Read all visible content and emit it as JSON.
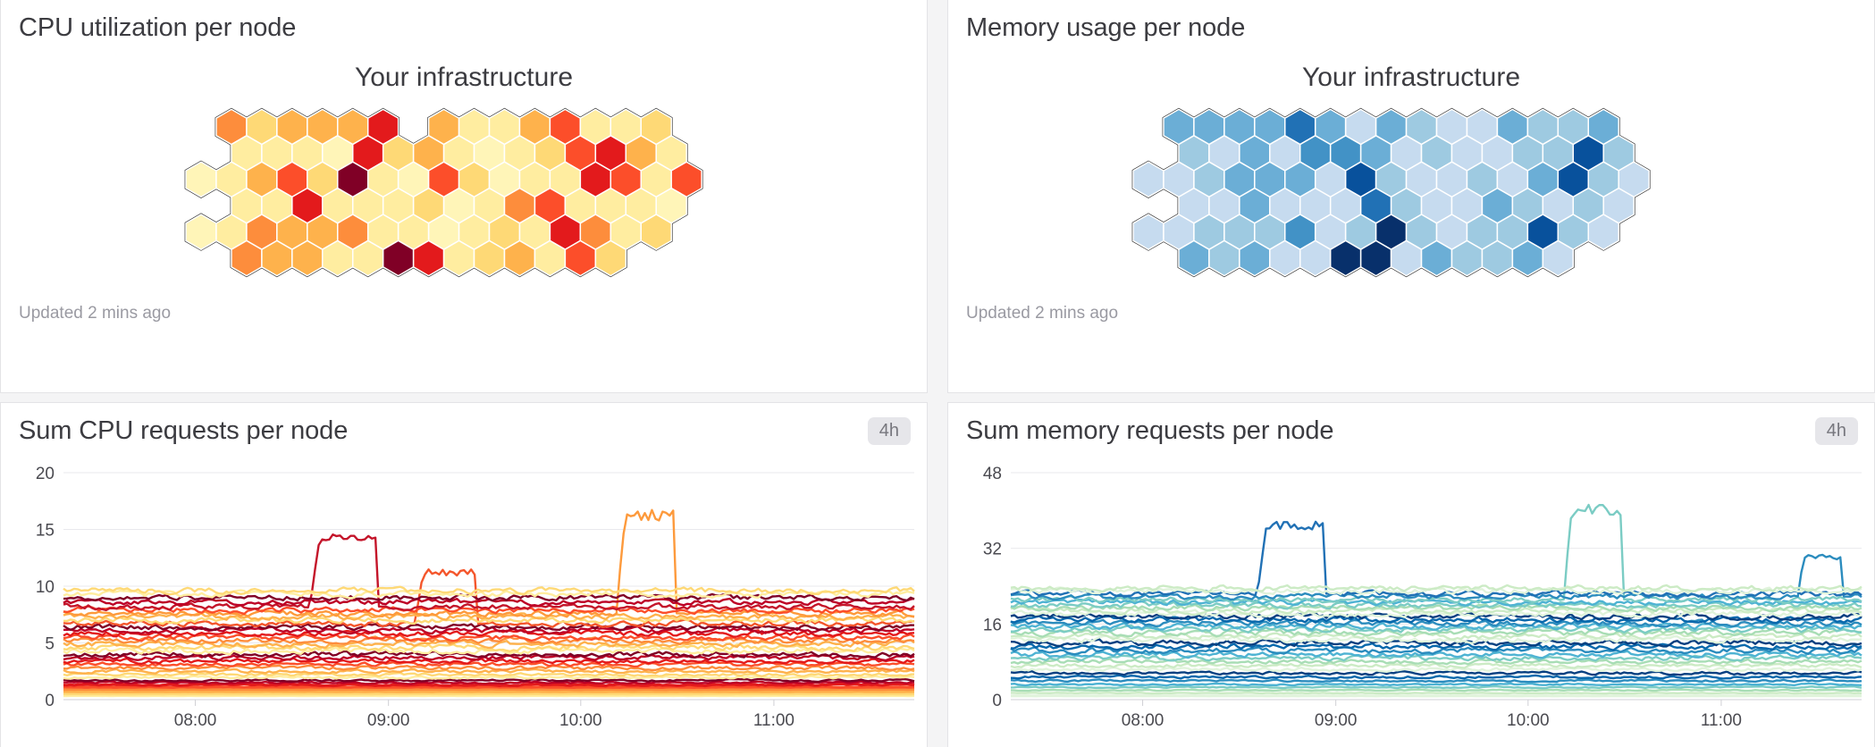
{
  "panels": {
    "cpu_heatmap": {
      "title": "CPU utilization per node",
      "heading": "Your infrastructure",
      "updated": "Updated 2 mins ago",
      "palette": [
        "#fff5b8",
        "#ffeda0",
        "#fed976",
        "#feb24c",
        "#fd8d3c",
        "#fc4e2a",
        "#e31a1c",
        "#bd0026",
        "#800026"
      ]
    },
    "memory_heatmap": {
      "title": "Memory usage per node",
      "heading": "Your infrastructure",
      "updated": "Updated 2 mins ago",
      "palette": [
        "#deebf7",
        "#c6dbef",
        "#9ecae1",
        "#6baed6",
        "#4292c6",
        "#2171b5",
        "#08519c",
        "#08306b"
      ]
    },
    "cpu_requests": {
      "title": "Sum CPU requests per node",
      "badge": "4h"
    },
    "memory_requests": {
      "title": "Sum memory requests per node",
      "badge": "4h"
    }
  },
  "hex_grid": {
    "cols": 17,
    "rows": 6,
    "cpu_levels": [
      [
        -1,
        4,
        2,
        3,
        3,
        3,
        6,
        -1,
        3,
        1,
        1,
        3,
        5,
        1,
        1,
        2,
        -1
      ],
      [
        -1,
        1,
        1,
        1,
        0,
        6,
        2,
        3,
        1,
        0,
        1,
        2,
        5,
        6,
        3,
        1,
        -1
      ],
      [
        0,
        1,
        3,
        5,
        2,
        8,
        1,
        0,
        5,
        2,
        0,
        1,
        1,
        6,
        5,
        1,
        5
      ],
      [
        -1,
        1,
        1,
        6,
        1,
        1,
        1,
        2,
        0,
        1,
        4,
        5,
        1,
        1,
        1,
        0,
        -1
      ],
      [
        0,
        1,
        4,
        3,
        3,
        4,
        1,
        1,
        0,
        1,
        2,
        1,
        6,
        4,
        1,
        2,
        -1
      ],
      [
        -1,
        4,
        3,
        3,
        1,
        1,
        8,
        6,
        1,
        2,
        3,
        1,
        5,
        2,
        -1,
        -1,
        -1
      ]
    ],
    "memory_levels": [
      [
        -1,
        3,
        3,
        3,
        3,
        5,
        3,
        1,
        3,
        2,
        1,
        1,
        3,
        2,
        2,
        3,
        -1
      ],
      [
        -1,
        2,
        1,
        3,
        1,
        4,
        4,
        3,
        1,
        2,
        1,
        1,
        2,
        2,
        6,
        2,
        -1
      ],
      [
        1,
        1,
        2,
        3,
        3,
        3,
        1,
        6,
        2,
        1,
        1,
        2,
        1,
        3,
        6,
        2,
        1
      ],
      [
        -1,
        1,
        1,
        3,
        1,
        1,
        1,
        5,
        2,
        1,
        1,
        3,
        2,
        1,
        2,
        1,
        -1
      ],
      [
        1,
        1,
        2,
        2,
        2,
        4,
        1,
        2,
        7,
        2,
        1,
        2,
        2,
        6,
        2,
        1,
        -1
      ],
      [
        -1,
        3,
        2,
        3,
        1,
        1,
        7,
        7,
        1,
        3,
        2,
        2,
        3,
        1,
        -1,
        -1,
        -1
      ]
    ]
  },
  "chart_data": [
    {
      "type": "line",
      "title": "Sum CPU requests per node",
      "xlabel": "",
      "ylabel": "",
      "ylim": [
        0,
        20
      ],
      "yticks": [
        0,
        5,
        10,
        15,
        20
      ],
      "xticks": [
        "08:00",
        "09:00",
        "10:00",
        "11:00"
      ],
      "xtick_positions": [
        0.155,
        0.382,
        0.608,
        0.835
      ],
      "time_range": "4h",
      "grid": true,
      "legend": "none",
      "palette": [
        "#ffeda0",
        "#fed976",
        "#feb24c",
        "#fd8d3c",
        "#fc4e2a",
        "#e31a1c",
        "#bd0026",
        "#800026"
      ],
      "series_count": 34,
      "series_baselines": [
        0.35,
        0.5,
        0.7,
        0.9,
        1.1,
        1.3,
        1.5,
        1.7,
        1.95,
        2.2,
        2.5,
        2.8,
        3.1,
        3.4,
        3.7,
        4.0,
        4.3,
        4.6,
        4.9,
        5.2,
        5.5,
        5.8,
        6.1,
        6.4,
        6.7,
        7.0,
        7.3,
        7.6,
        7.9,
        8.2,
        8.6,
        9.0,
        9.3,
        9.6
      ],
      "spikes": [
        {
          "series": 29,
          "x": 0.335,
          "peak": 14.6,
          "width": 0.045,
          "color": "#c4152a"
        },
        {
          "series": 24,
          "x": 0.455,
          "peak": 11.4,
          "width": 0.042,
          "color": "#f4562c"
        },
        {
          "series": 27,
          "x": 0.69,
          "peak": 16.6,
          "width": 0.04,
          "color": "#fd9a3c"
        }
      ]
    },
    {
      "type": "line",
      "title": "Sum memory requests per node",
      "xlabel": "",
      "ylabel": "",
      "ylim": [
        0,
        48
      ],
      "yticks": [
        0,
        16,
        32,
        48
      ],
      "xticks": [
        "08:00",
        "09:00",
        "10:00",
        "11:00"
      ],
      "xtick_positions": [
        0.155,
        0.382,
        0.608,
        0.835
      ],
      "time_range": "4h",
      "grid": true,
      "legend": "none",
      "palette": [
        "#e0f3db",
        "#ccebc5",
        "#a8ddb5",
        "#7bccc4",
        "#4eb3d3",
        "#2b8cbe",
        "#0868ac",
        "#084081"
      ],
      "series_count": 34,
      "series_baselines": [
        0.8,
        1.4,
        2.0,
        2.6,
        3.2,
        4.0,
        4.8,
        5.6,
        6.4,
        7.2,
        8.0,
        8.8,
        9.6,
        10.4,
        11.2,
        12.0,
        12.7,
        13.4,
        14.1,
        14.8,
        15.5,
        16.2,
        16.9,
        17.6,
        18.2,
        18.8,
        19.4,
        20.0,
        20.6,
        21.2,
        21.8,
        22.4,
        23.0,
        23.6
      ],
      "spikes": [
        {
          "series": 31,
          "x": 0.335,
          "peak": 37.5,
          "width": 0.045,
          "color": "#2171b5"
        },
        {
          "series": 29,
          "x": 0.69,
          "peak": 41.0,
          "width": 0.04,
          "color": "#7bccc4"
        },
        {
          "series": 30,
          "x": 0.955,
          "peak": 30.5,
          "width": 0.03,
          "color": "#2b8cbe"
        }
      ]
    }
  ]
}
